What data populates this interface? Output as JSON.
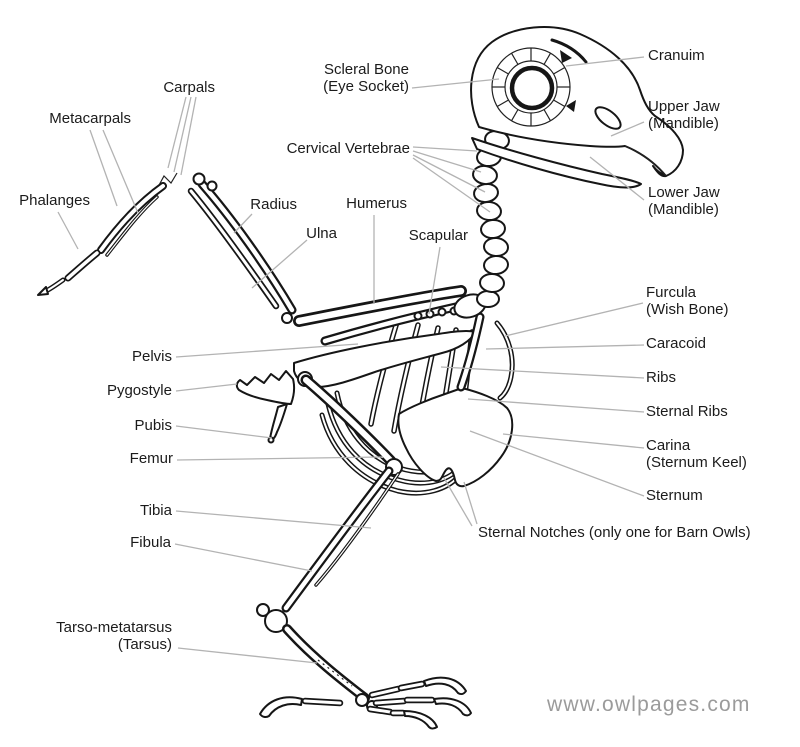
{
  "diagram": {
    "subject": "owl-skeleton-anatomy",
    "background_color": "#ffffff",
    "line_color": "#161616",
    "leader_line_color": "#b3b3b3",
    "label_color": "#1b1b1b",
    "watermark_color": "#9b9b9b"
  },
  "labels": {
    "carpals": "Carpals",
    "metacarpals": "Metacarpals",
    "phalanges": "Phalanges",
    "radius": "Radius",
    "ulna": "Ulna",
    "humerus": "Humerus",
    "scapular": "Scapular",
    "cervical_vertebrae": "Cervical Vertebrae",
    "scleral_bone_1": "Scleral Bone",
    "scleral_bone_2": "(Eye Socket)",
    "cranuim": "Cranuim",
    "upper_jaw_1": "Upper Jaw",
    "upper_jaw_2": "(Mandible)",
    "lower_jaw_1": "Lower Jaw",
    "lower_jaw_2": "(Mandible)",
    "furcula_1": "Furcula",
    "furcula_2": "(Wish Bone)",
    "caracoid": "Caracoid",
    "ribs": "Ribs",
    "sternal_ribs": "Sternal Ribs",
    "carina_1": "Carina",
    "carina_2": "(Sternum Keel)",
    "sternum": "Sternum",
    "sternal_notches": "Sternal Notches (only one for Barn Owls)",
    "pelvis": "Pelvis",
    "pygostyle": "Pygostyle",
    "pubis": "Pubis",
    "femur": "Femur",
    "tibia": "Tibia",
    "fibula": "Fibula",
    "tarso_metatarsus_1": "Tarso-metatarsus",
    "tarso_metatarsus_2": "(Tarsus)",
    "watermark": "www.owlpages.com"
  }
}
